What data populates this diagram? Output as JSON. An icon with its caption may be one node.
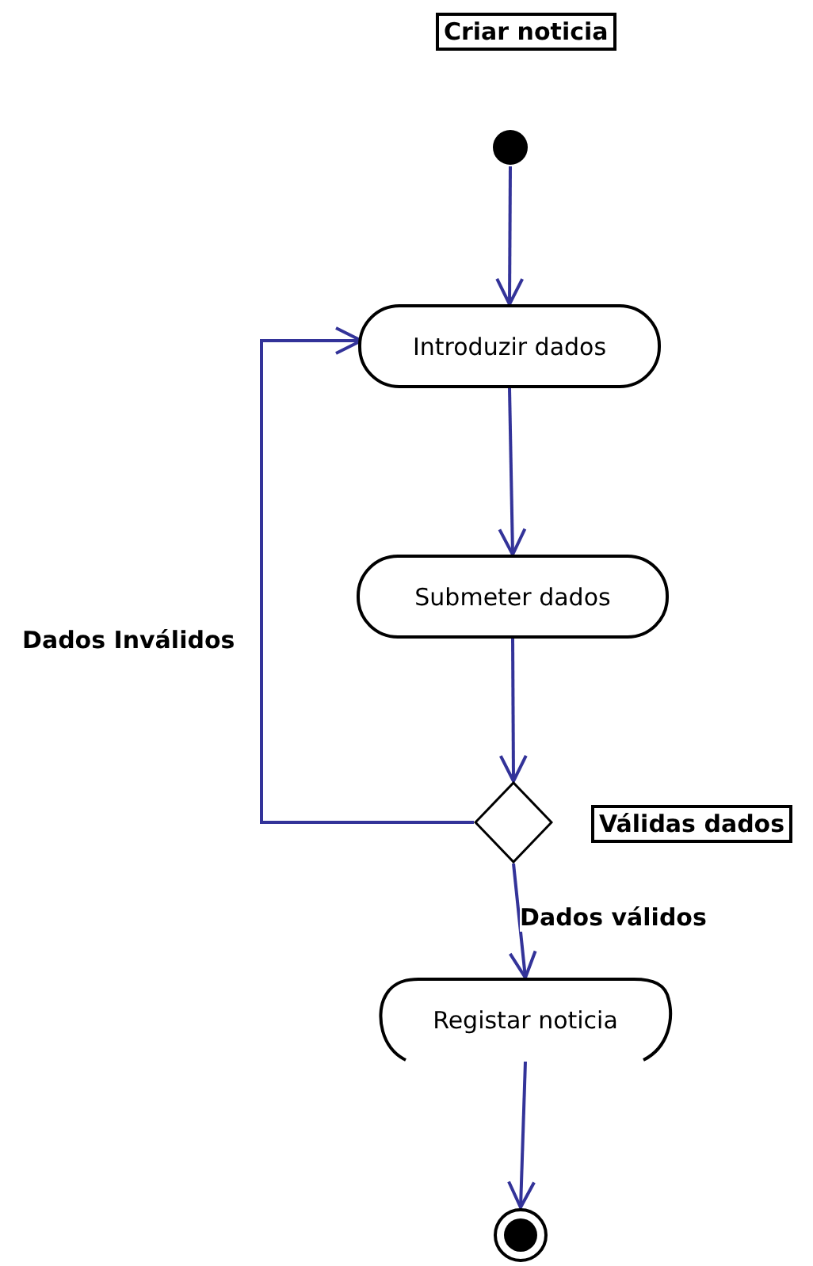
{
  "diagram": {
    "title": "Criar noticia",
    "nodes": [
      {
        "text": [],
        "shape": "circle"
      },
      {
        "text": [
          "Introduzir dados"
        ]
      },
      {
        "text": [
          "Submeter dados"
        ]
      },
      {
        "text": [],
        "shape": "diamond",
        "beside": [
          "Válidas dados"
        ]
      },
      {
        "text": [
          "Registar noticia"
        ]
      },
      {
        "text": [],
        "shape": "bullseye"
      }
    ],
    "edges": [
      {
        "from": 0,
        "to": 1,
        "arrow": "to"
      },
      {
        "from": 1,
        "to": 2,
        "arrow": "to"
      },
      {
        "from": 2,
        "to": 3,
        "arrow": "to"
      },
      {
        "from": 3,
        "to": 1,
        "arrow": "to",
        "label": "Dados Inválidos"
      },
      {
        "from": 3,
        "to": 4,
        "arrow": "to",
        "label": "Dados válidos"
      },
      {
        "from": 4,
        "to": 5,
        "arrow": "to"
      }
    ]
  }
}
